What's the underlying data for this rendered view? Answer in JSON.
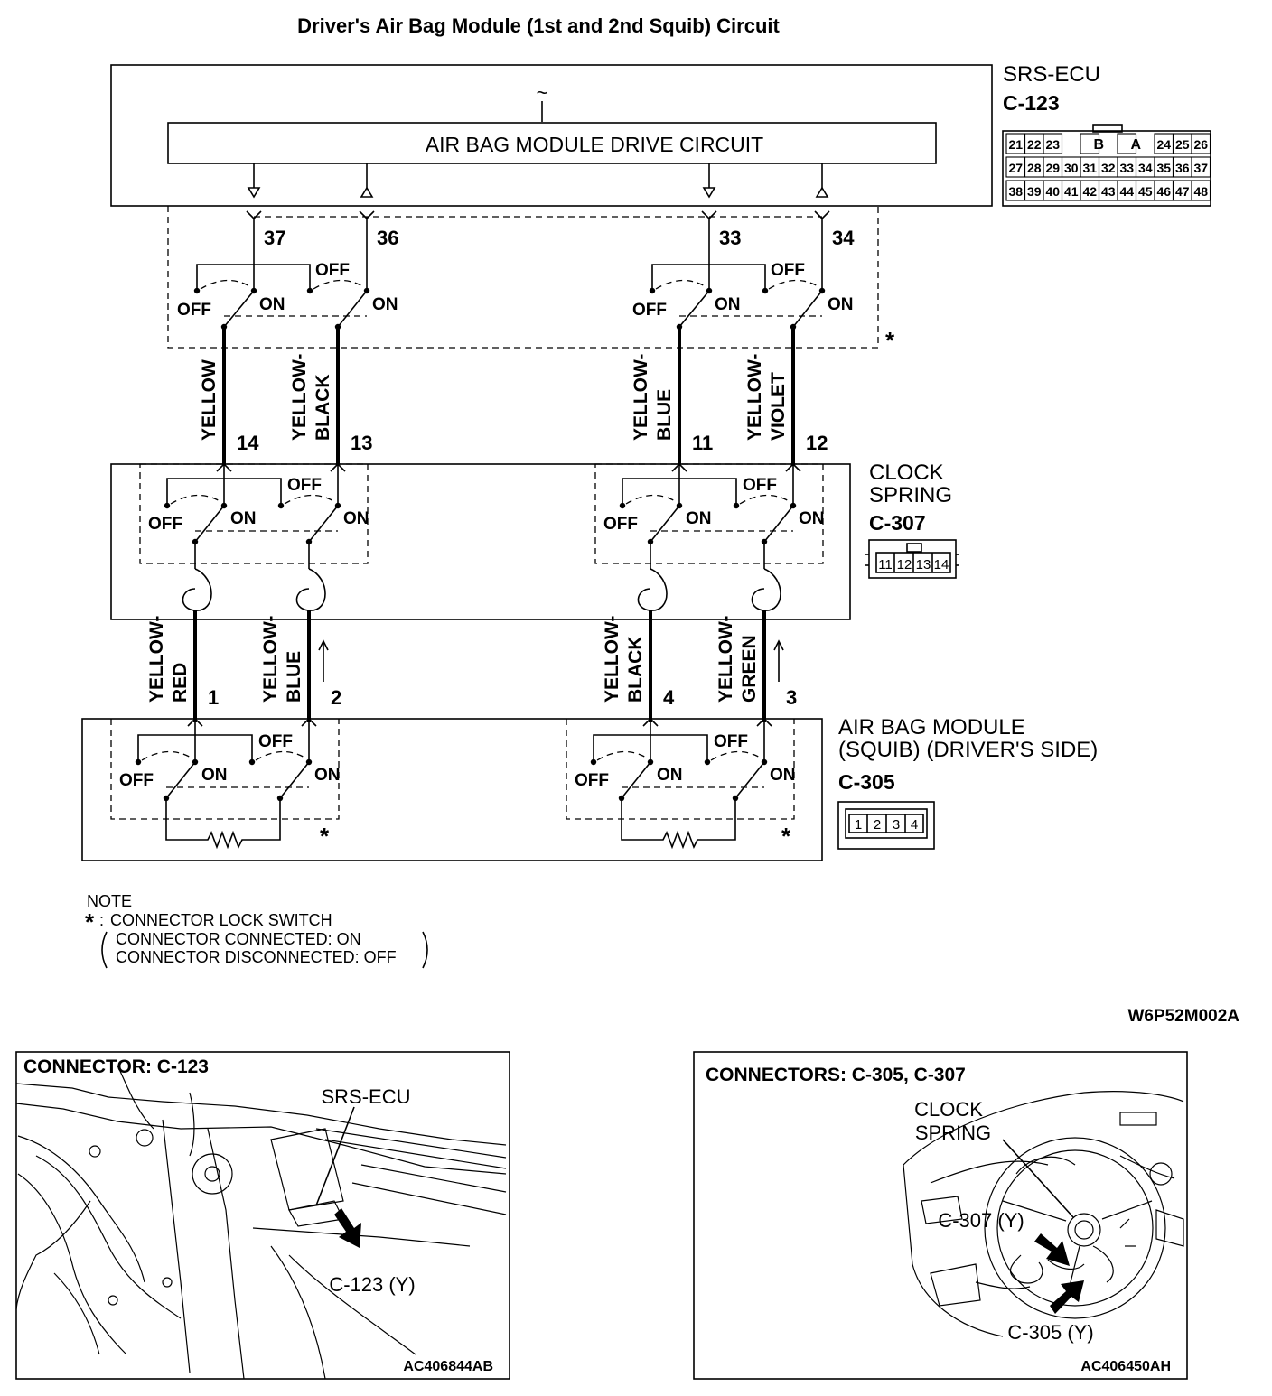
{
  "title": "Driver's Air Bag Module (1st and 2nd Squib) Circuit",
  "srs_ecu": {
    "name": "SRS-ECU",
    "connector": "C-123",
    "drive_circuit": "AIR BAG MODULE DRIVE CIRCUIT",
    "wave_symbol": "~",
    "terminals": [
      "37",
      "36",
      "33",
      "34"
    ],
    "pin_rows": [
      [
        "21",
        "22",
        "23",
        "",
        "B",
        "",
        "A",
        "",
        "24",
        "25",
        "26"
      ],
      [
        "27",
        "28",
        "29",
        "30",
        "31",
        "32",
        "33",
        "34",
        "35",
        "36",
        "37"
      ],
      [
        "38",
        "39",
        "40",
        "41",
        "42",
        "43",
        "44",
        "45",
        "46",
        "47",
        "48"
      ]
    ]
  },
  "switch_labels": {
    "on": "ON",
    "off": "OFF"
  },
  "asterisk": "*",
  "wires_ecu_to_clock": [
    {
      "color": "YELLOW",
      "terminal": "14"
    },
    {
      "color": "YELLOW-BLACK",
      "terminal": "13"
    },
    {
      "color": "YELLOW-BLUE",
      "terminal": "11"
    },
    {
      "color": "YELLOW-VIOLET",
      "terminal": "12"
    }
  ],
  "clock_spring": {
    "name_line1": "CLOCK",
    "name_line2": "SPRING",
    "connector": "C-307",
    "pins": [
      "11",
      "12",
      "13",
      "14"
    ]
  },
  "wires_clock_to_module": [
    {
      "color": "YELLOW-RED",
      "terminal": "1"
    },
    {
      "color": "YELLOW-BLUE",
      "terminal": "2"
    },
    {
      "color": "YELLOW-BLACK",
      "terminal": "4"
    },
    {
      "color": "YELLOW-GREEN",
      "terminal": "3"
    }
  ],
  "air_bag_module": {
    "name_line1": "AIR BAG MODULE",
    "name_line2": "(SQUIB) (DRIVER'S SIDE)",
    "connector": "C-305",
    "pins": [
      "1",
      "2",
      "3",
      "4"
    ]
  },
  "note": {
    "heading": "NOTE",
    "line1": "CONNECTOR LOCK SWITCH",
    "line2": "CONNECTOR CONNECTED: ON",
    "line3": "CONNECTOR DISCONNECTED: OFF"
  },
  "diagram_code": "W6P52M002A",
  "location_panels": [
    {
      "title": "CONNECTOR: C-123",
      "label_component": "SRS-ECU",
      "label_connector": "C-123 (Y)",
      "code": "AC406844AB"
    },
    {
      "title": "CONNECTORS: C-305, C-307",
      "label_component_line1": "CLOCK",
      "label_component_line2": "SPRING",
      "label_c307": "C-307 (Y)",
      "label_c305": "C-305 (Y)",
      "code": "AC406450AH"
    }
  ]
}
